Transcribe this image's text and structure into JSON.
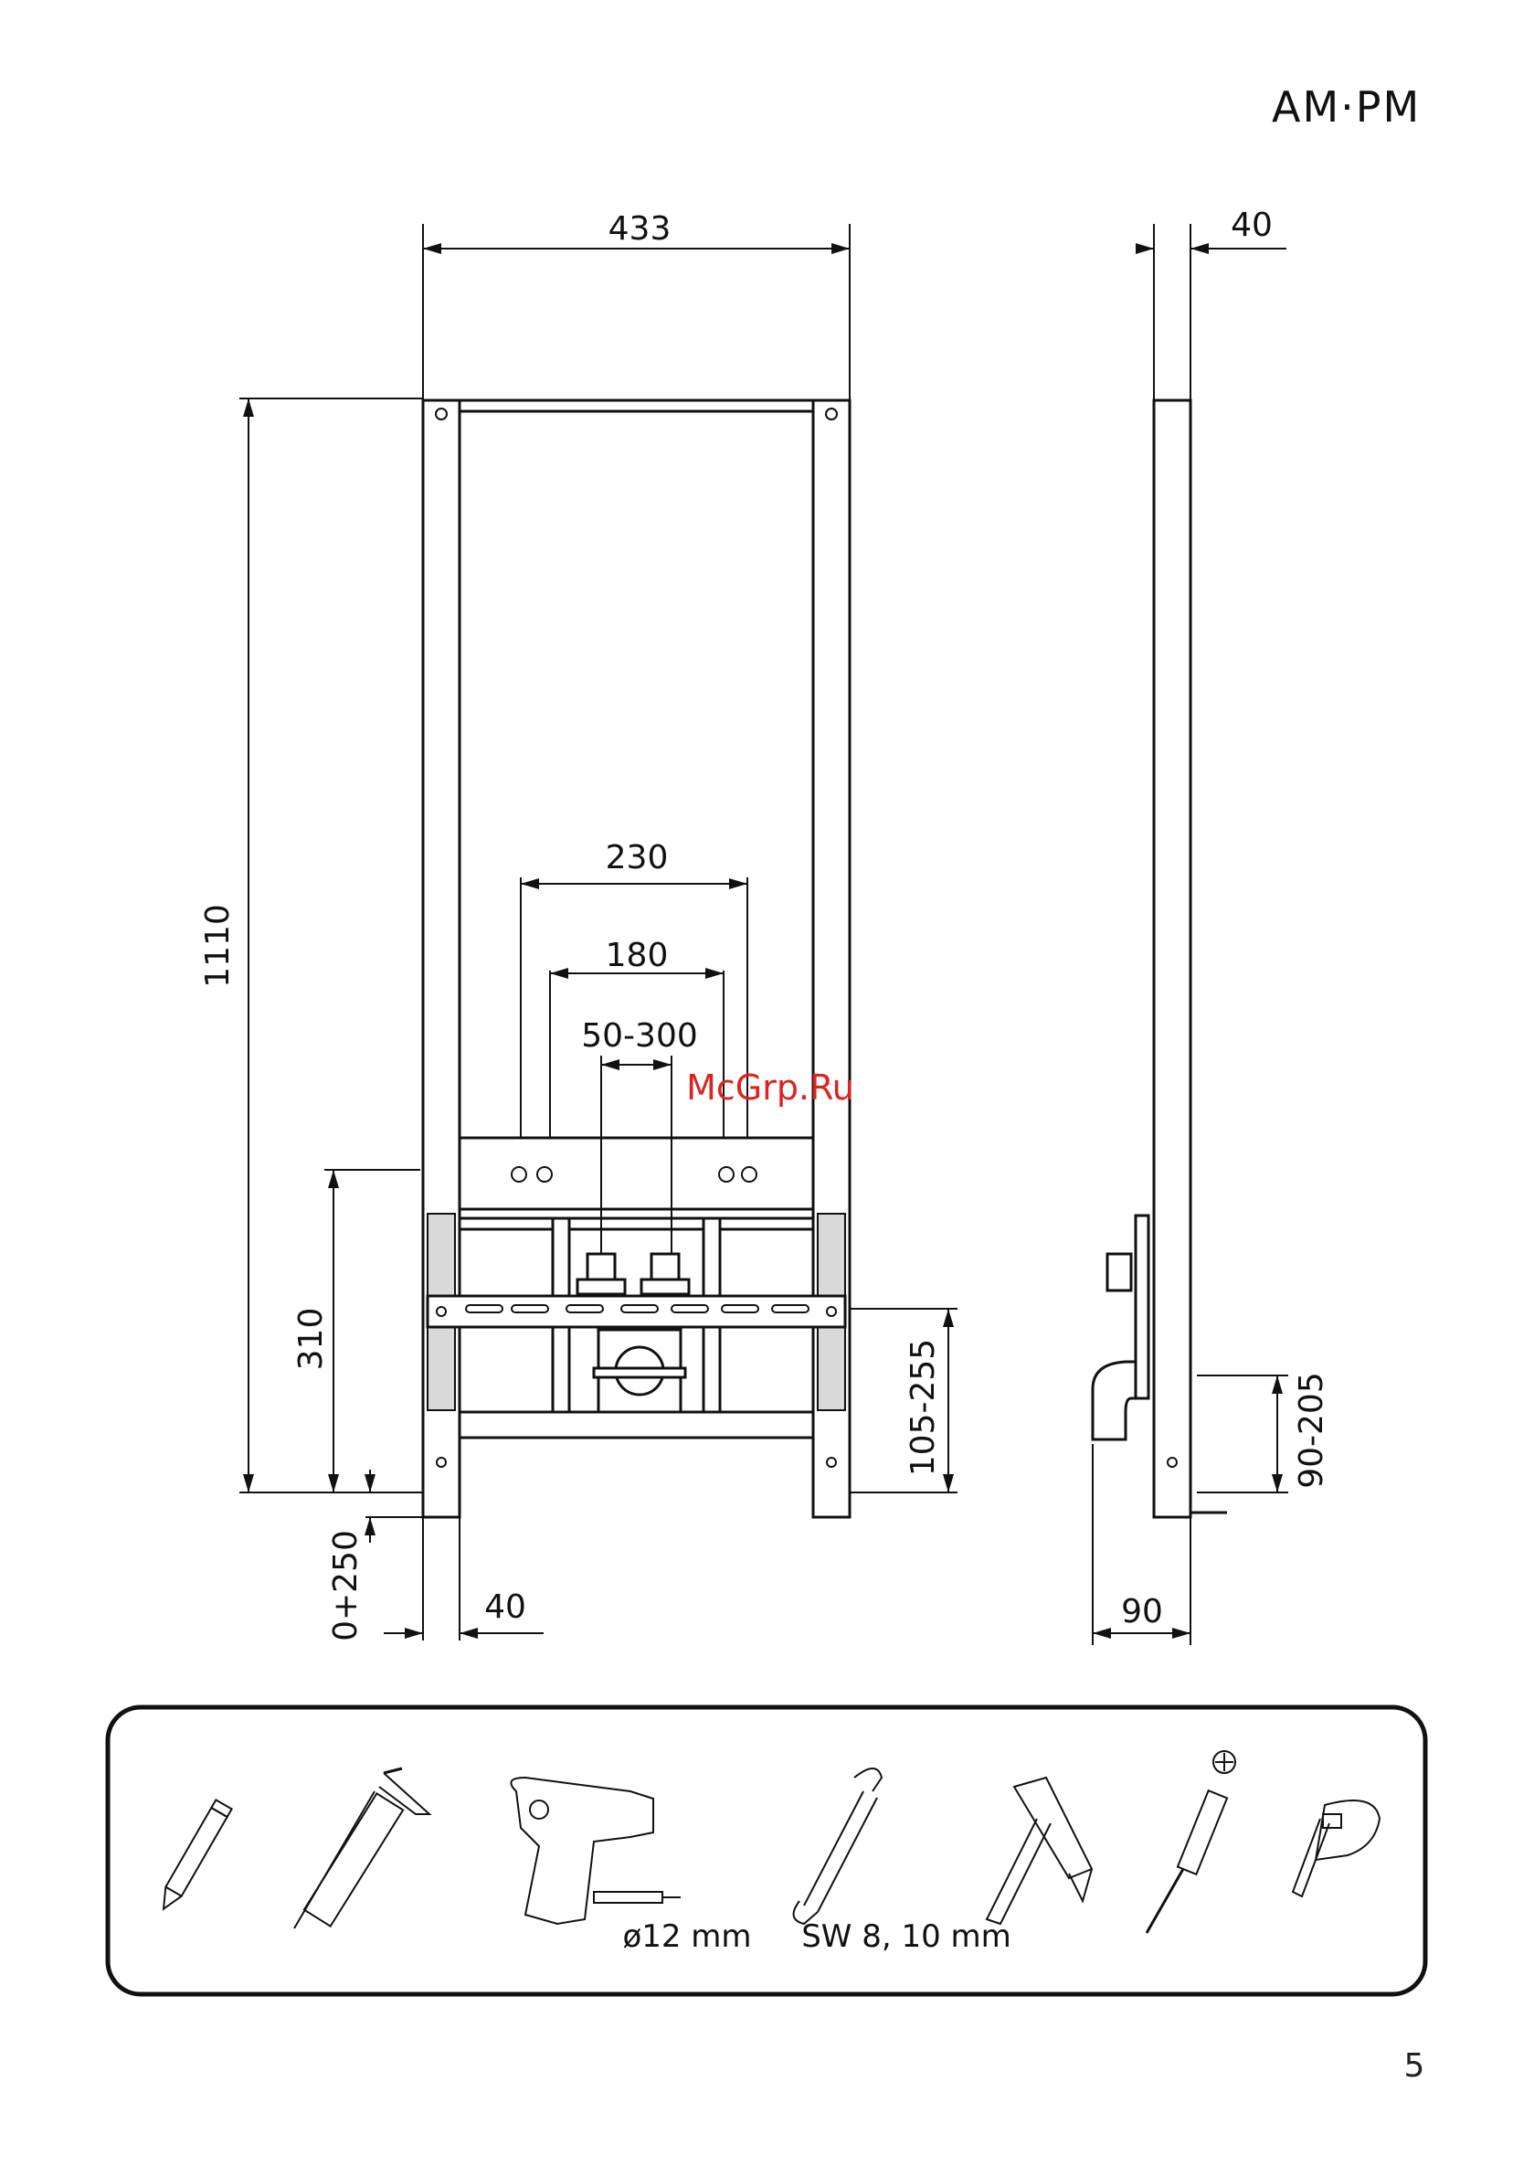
{
  "brand": "AM·PM",
  "watermark": "McGrp.Ru",
  "page_number": "5",
  "dimensions": {
    "total_width": "433",
    "side_depth_top": "40",
    "height": "1110",
    "spacing_outer": "230",
    "spacing_inner": "180",
    "spacing_adjust": "50-300",
    "mount_height": "310",
    "rail_height": "105-255",
    "side_adjust": "90-205",
    "leg_adjust": "0+250",
    "leg_width": "40",
    "base_depth": "90"
  },
  "tools": {
    "drill_bit_label": "ø12 mm",
    "wrench_label": "SW 8, 10 mm",
    "items": [
      "pencil",
      "sealant-gun",
      "drill",
      "wrench",
      "hammer",
      "screwdriver",
      "tape-measure"
    ]
  }
}
